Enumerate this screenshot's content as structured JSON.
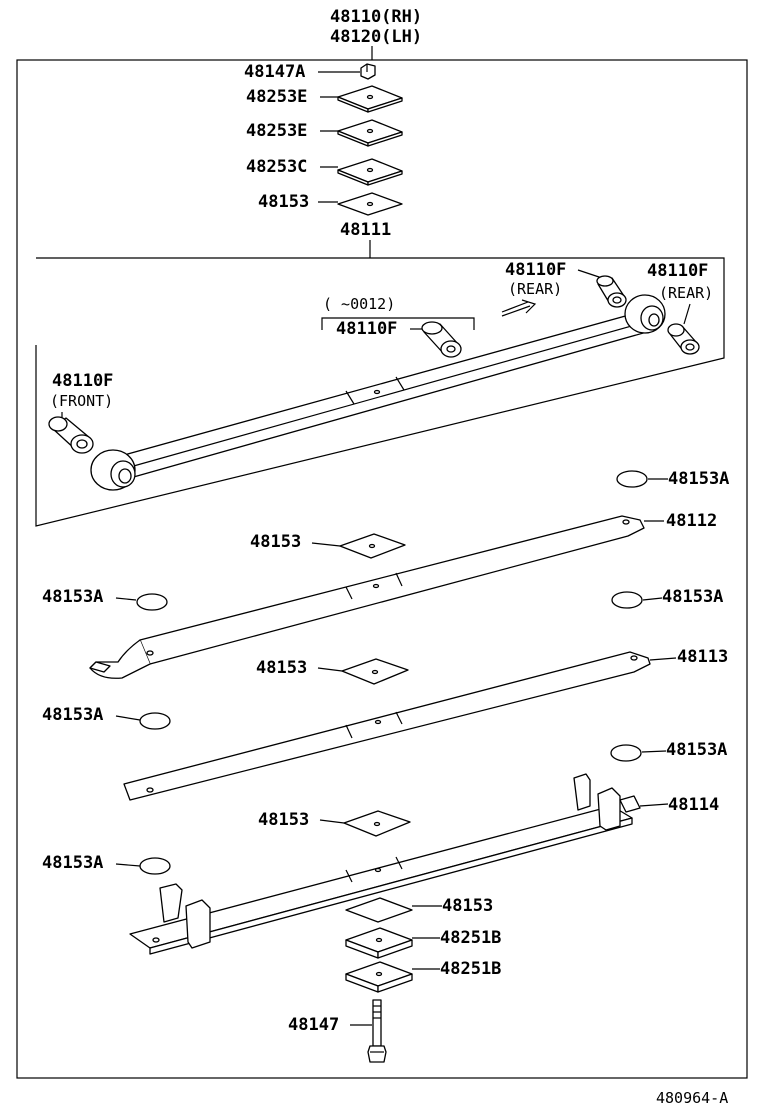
{
  "assembly": {
    "rh": "48110(RH)",
    "lh": "48120(LH)"
  },
  "labels": {
    "clip_nut": "48147A",
    "spacer_e1": "48253E",
    "spacer_e2": "48253E",
    "spacer_c": "48253C",
    "insert_top": "48153",
    "leaf_no1": "48111",
    "bushing_rear1": "48110F",
    "rear_text1": "(REAR)",
    "bushing_rear2": "48110F",
    "rear_text2": "(REAR)",
    "serial_range": "(      ~0012)",
    "bushing_mid": "48110F",
    "bushing_front": "48110F",
    "front_text": "(FRONT)",
    "pad_r1": "48153A",
    "leaf_no2": "48112",
    "insert_2": "48153",
    "pad_l1": "48153A",
    "pad_r2": "48153A",
    "insert_3": "48153",
    "leaf_no3": "48113",
    "pad_l2": "48153A",
    "pad_r3": "48153A",
    "insert_4": "48153",
    "leaf_no4": "48114",
    "pad_l3": "48153A",
    "insert_5": "48153",
    "spacer_b1": "48251B",
    "spacer_b2": "48251B",
    "center_bolt": "48147"
  },
  "figure_ref": "480964-A"
}
